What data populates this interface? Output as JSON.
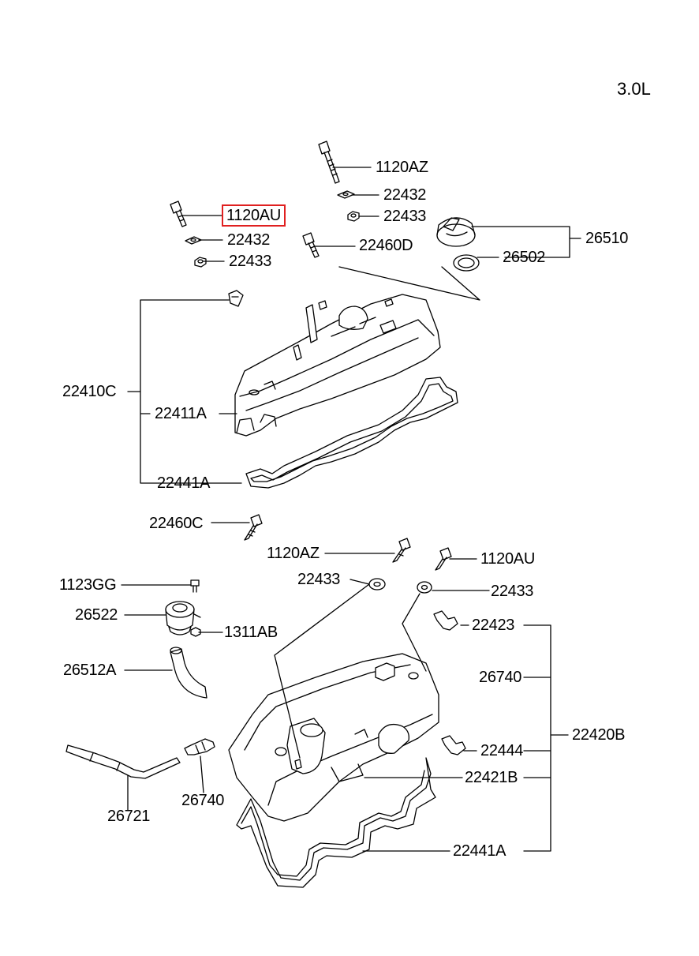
{
  "engine_label": "3.0L",
  "highlight_color": "#e02020",
  "line_color": "#000000",
  "labels": {
    "t_1120AZ": "1120AZ",
    "t_22432": "22432",
    "t_22433": "22433",
    "t_1120AU": "1120AU",
    "t_22432b": "22432",
    "t_22433b": "22433",
    "t_22460D": "22460D",
    "t_26510": "26510",
    "t_26502": "26502",
    "t_22410C": "22410C",
    "t_22411A": "22411A",
    "t_22441A": "22441A",
    "b_22460C": "22460C",
    "b_1120AZ": "1120AZ",
    "b_1120AU": "1120AU",
    "b_22433_l": "22433",
    "b_22433_r": "22433",
    "b_1123GG": "1123GG",
    "b_26522": "26522",
    "b_1311AB": "1311AB",
    "b_22423": "22423",
    "b_26512A": "26512A",
    "b_26740_r": "26740",
    "b_22444": "22444",
    "b_22420B": "22420B",
    "b_22421B": "22421B",
    "b_26721": "26721",
    "b_26740_l": "26740",
    "b_22441A": "22441A"
  }
}
